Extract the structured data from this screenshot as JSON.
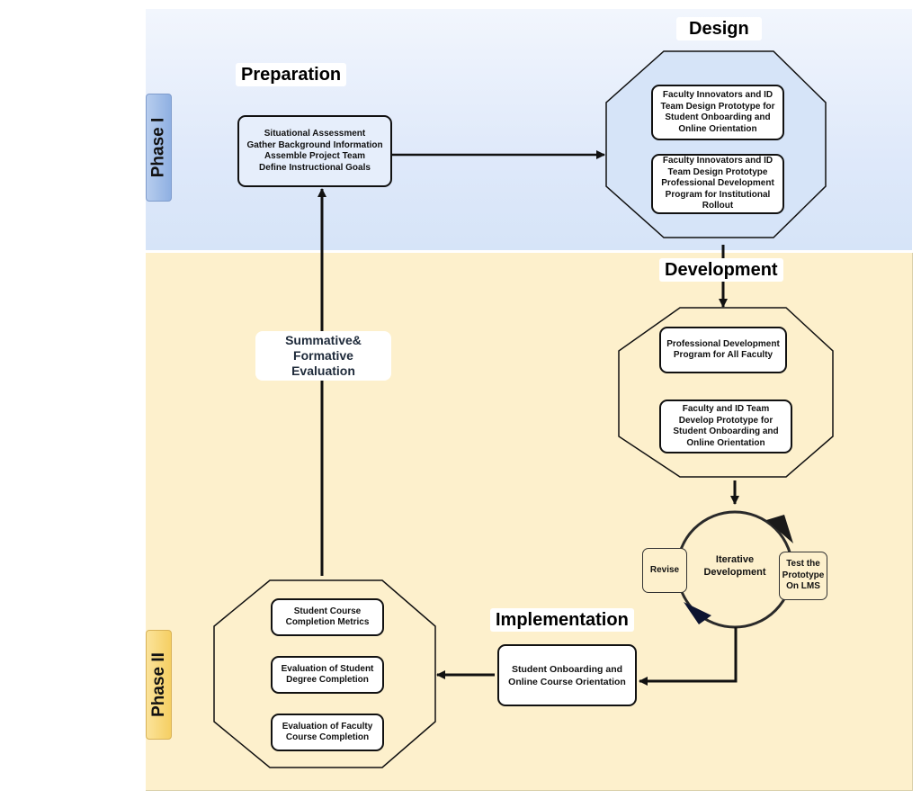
{
  "phases": [
    {
      "label": "Phase I",
      "color": "#dfe9fa"
    },
    {
      "label": "Phase II",
      "color": "#fdf0cc"
    }
  ],
  "stages": {
    "preparation": {
      "title": "Preparation",
      "box_lines": [
        "Situational Assessment",
        "Gather Background Information",
        "Assemble Project Team",
        "Define Instructional Goals"
      ]
    },
    "design": {
      "title": "Design",
      "items": [
        "Faculty Innovators and ID Team Design Prototype for Student Onboarding and Online Orientation",
        "Faculty Innovators and ID Team Design Prototype Professional Development Program for Institutional Rollout"
      ]
    },
    "development": {
      "title": "Development",
      "items": [
        "Professional Development Program for All Faculty",
        "Faculty and ID Team Develop Prototype for Student Onboarding and Online Orientation"
      ]
    },
    "iterative": {
      "center": "Iterative Development",
      "revise": "Revise",
      "test": "Test the Prototype On LMS"
    },
    "implementation": {
      "title": "Implementation",
      "box": "Student Onboarding and Online Course Orientation"
    },
    "evaluation": {
      "label": "Summative& Formative Evaluation",
      "items": [
        "Student Course Completion Metrics",
        "Evaluation of Student Degree Completion",
        "Evaluation of Faculty Course Completion"
      ]
    }
  },
  "colors": {
    "stroke": "#111111",
    "cycle_arrow_dark": "#0d1430"
  }
}
